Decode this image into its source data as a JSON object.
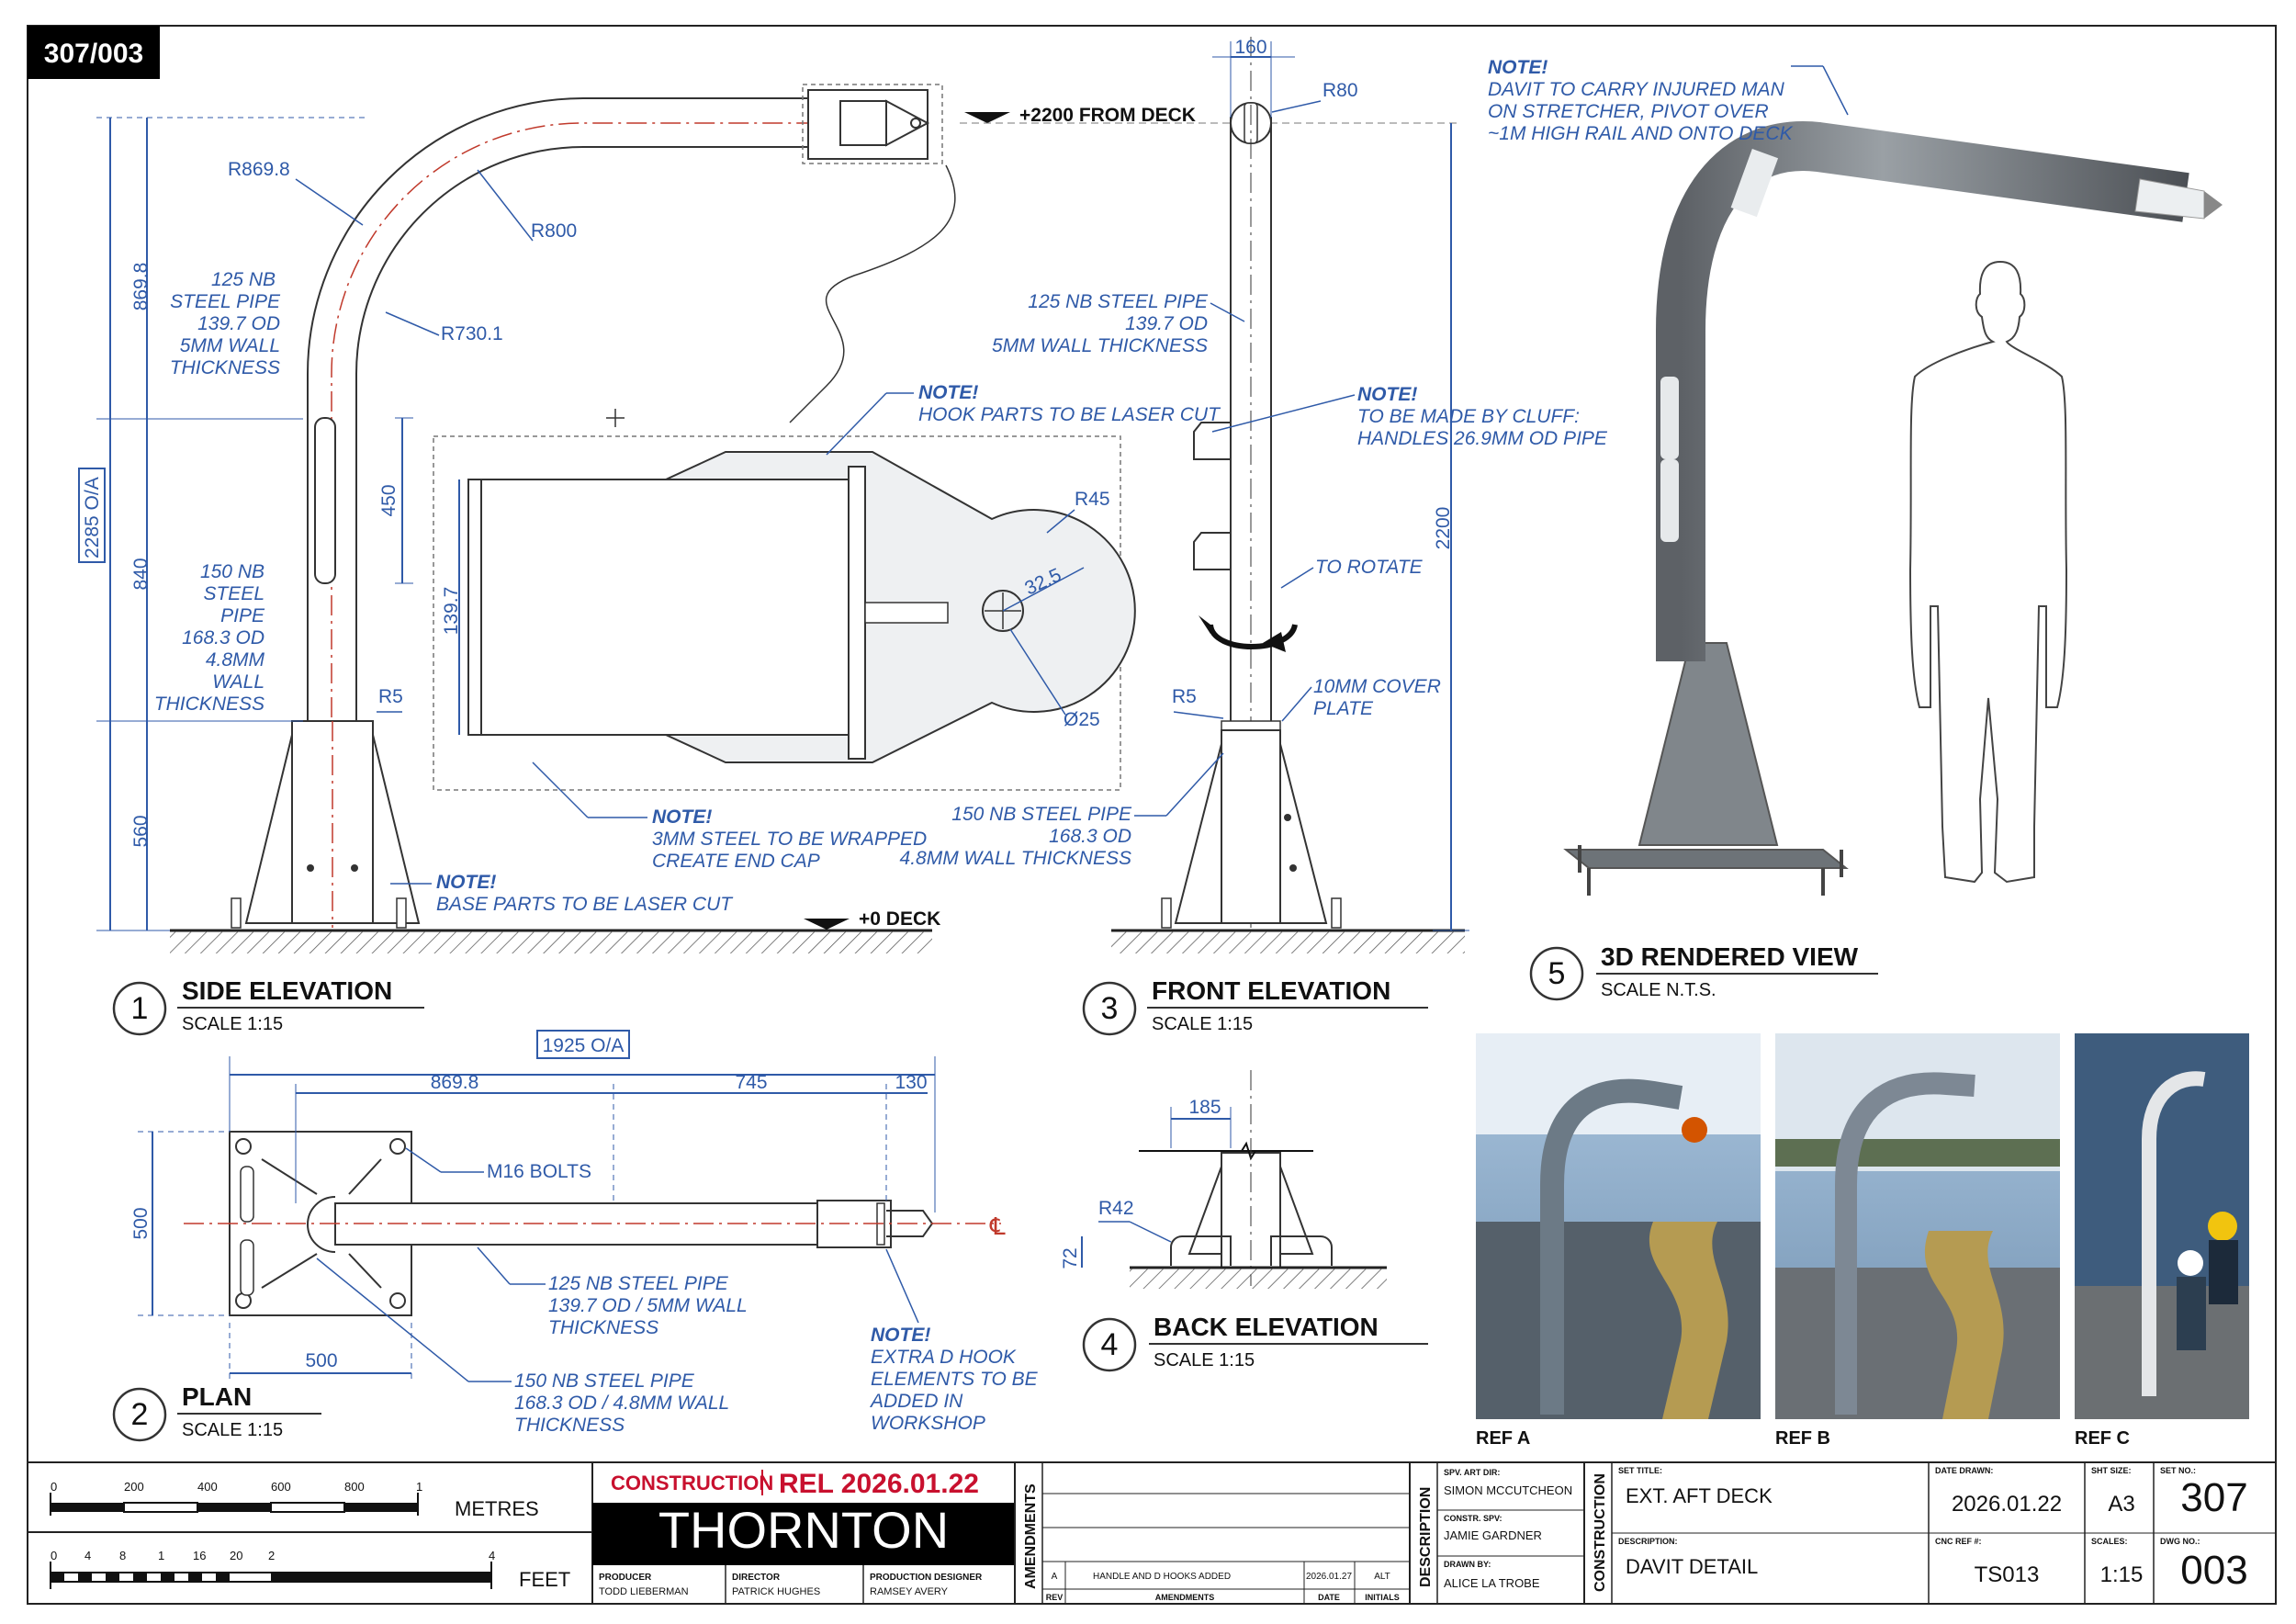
{
  "sheet_code": "307/003",
  "views": {
    "side_elevation": {
      "number": "1",
      "title": "SIDE ELEVATION",
      "scale": "SCALE 1:15",
      "dims": {
        "overall": "2285 O/A",
        "seg_top": "869.8",
        "seg_mid": "840",
        "seg_bot": "560",
        "seg_450": "450",
        "r_outer": "R869.8",
        "r_center": "R800",
        "r_inner": "R730.1",
        "r5": "R5",
        "r45": "R45",
        "d32": "32.5",
        "d25": "Ø25",
        "h139": "139.7"
      },
      "height_label": "+2200 FROM DECK",
      "deck_label": "+0 DECK",
      "pipe125": [
        "125 NB",
        "STEEL PIPE",
        "139.7 OD",
        "5MM WALL",
        "THICKNESS"
      ],
      "pipe150": [
        "150 NB",
        "STEEL",
        "PIPE",
        "168.3 OD",
        "4.8MM",
        "WALL",
        "THICKNESS"
      ],
      "note_hook": {
        "head": "NOTE!",
        "text": "HOOK PARTS TO BE LASER CUT"
      },
      "note_wrap": {
        "head": "NOTE!",
        "lines": [
          "3MM STEEL TO BE WRAPPED",
          "CREATE END CAP"
        ]
      },
      "note_base": {
        "head": "NOTE!",
        "text": "BASE PARTS TO BE LASER CUT"
      }
    },
    "front_elevation": {
      "number": "3",
      "title": "FRONT ELEVATION",
      "scale": "SCALE 1:15",
      "dims": {
        "w160": "160",
        "r80": "R80",
        "h2200": "2200",
        "r5": "R5"
      },
      "pipe125": [
        "125 NB STEEL PIPE",
        "139.7 OD",
        "5MM WALL THICKNESS"
      ],
      "note_handles": {
        "head": "NOTE!",
        "lines": [
          "TO BE MADE BY CLUFF:",
          "HANDLES 26.9MM OD PIPE"
        ]
      },
      "rotate": "TO ROTATE",
      "cover_plate": [
        "10MM COVER",
        "PLATE"
      ],
      "pipe150": [
        "150 NB STEEL PIPE",
        "168.3 OD",
        "4.8MM WALL THICKNESS"
      ]
    },
    "plan": {
      "number": "2",
      "title": "PLAN",
      "scale": "SCALE 1:15",
      "dims": {
        "overall": "1925 O/A",
        "d1": "869.8",
        "d2": "745",
        "d3": "130",
        "w500": "500",
        "h500": "500"
      },
      "bolts": "M16 BOLTS",
      "centerline": "℄",
      "pipe125": [
        "125 NB STEEL PIPE",
        "139.7 OD  /  5MM WALL",
        "THICKNESS"
      ],
      "pipe150": [
        "150 NB STEEL PIPE",
        "168.3 OD / 4.8MM WALL",
        "THICKNESS"
      ],
      "note_d": {
        "head": "NOTE!",
        "lines": [
          "EXTRA D HOOK",
          "ELEMENTS TO BE",
          "ADDED IN",
          "WORKSHOP"
        ]
      }
    },
    "back_elevation": {
      "number": "4",
      "title": "BACK ELEVATION",
      "scale": "SCALE 1:15",
      "dims": {
        "w185": "185",
        "r42": "R42",
        "h72": "72"
      }
    },
    "render": {
      "number": "5",
      "title": "3D RENDERED VIEW",
      "scale": "SCALE N.T.S.",
      "note": {
        "head": "NOTE!",
        "lines": [
          "DAVIT TO CARRY INJURED MAN",
          "ON STRETCHER, PIVOT OVER",
          "~1M HIGH RAIL AND ONTO DECK"
        ]
      }
    }
  },
  "refs": [
    "REF A",
    "REF B",
    "REF C"
  ],
  "scalebar": {
    "metres_label": "METRES",
    "feet_label": "FEET",
    "metre_ticks": [
      "0",
      "200",
      "400",
      "600",
      "800",
      "1"
    ],
    "feet_ticks": [
      "0",
      "4",
      "8",
      "1",
      "16",
      "20",
      "2",
      "4"
    ]
  },
  "title_block": {
    "construction": "CONSTRUCTION",
    "rel": "REL  2026.01.22",
    "company": "THORNTON",
    "producer_label": "PRODUCER",
    "producer": "TODD LIEBERMAN",
    "director_label": "DIRECTOR",
    "director": "PATRICK HUGHES",
    "designer_label": "PRODUCTION DESIGNER",
    "designer": "RAMSEY AVERY",
    "amendments_side": "AMENDMENTS",
    "amend_row": {
      "rev": "A",
      "desc": "HANDLE AND D HOOKS ADDED",
      "date": "2026.01.27",
      "initials": "ALT"
    },
    "amend_headers": [
      "REV",
      "AMENDMENTS",
      "DATE",
      "INITIALS"
    ],
    "description_side": "DESCRIPTION",
    "spv_art_dir_label": "SPV. ART DIR:",
    "spv_art_dir": "SIMON MCCUTCHEON",
    "constr_spv_label": "CONSTR. SPV:",
    "constr_spv": "JAMIE GARDNER",
    "drawn_by_label": "DRAWN BY:",
    "drawn_by": "ALICE LA TROBE",
    "construction_side": "CONSTRUCTION",
    "set_title_label": "SET TITLE:",
    "set_title": "EXT. AFT DECK",
    "description_label": "DESCRIPTION:",
    "description": "DAVIT DETAIL",
    "date_drawn_label": "DATE DRAWN:",
    "date_drawn": "2026.01.22",
    "cnc_ref_label": "CNC REF #:",
    "cnc_ref": "TS013",
    "sht_size_label": "SHT SIZE:",
    "sht_size": "A3",
    "scales_label": "SCALES:",
    "scales": "1:15",
    "set_no_label": "SET NO.:",
    "set_no": "307",
    "dwg_no_label": "DWG NO.:",
    "dwg_no": "003"
  },
  "colors": {
    "annotation": "#2f5aa8",
    "accent_red": "#c8102e",
    "black": "#111111"
  }
}
